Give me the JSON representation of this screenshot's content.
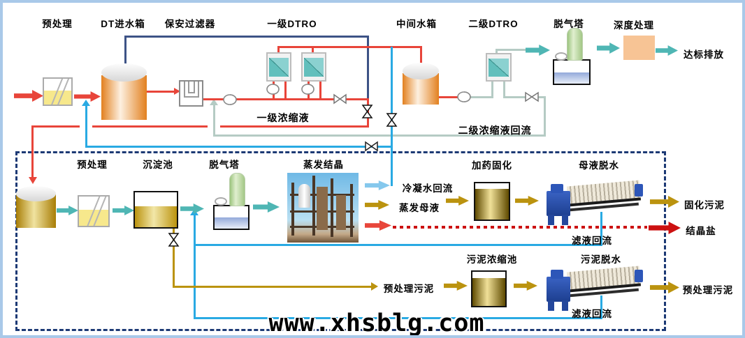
{
  "frame": {
    "background": "#ffffff",
    "border_color": "#a9c9e9"
  },
  "colors": {
    "red_line": "#e8453a",
    "navy_line": "#3d5386",
    "cyan_line": "#29aae3",
    "light_blue_arrow": "#85c8ed",
    "sage_line": "#b5cbc4",
    "teal_arrow": "#4fb6b4",
    "gold_line": "#bb930f",
    "dotted_red": "#cc1111",
    "dashed_border": "#1d3a75"
  },
  "labels": {
    "top": {
      "pretreatment": "预处理",
      "dt_feed_tank": "DT进水箱",
      "security_filter": "保安过滤器",
      "stage1_dtro": "一级DTRO",
      "intermediate_tank": "中间水箱",
      "stage2_dtro": "二级DTRO",
      "degassing_tower": "脱气塔",
      "advanced_treatment": "深度处理",
      "discharge": "达标排放",
      "stage1_concentrate": "一级浓缩液",
      "stage2_concentrate_return": "二级浓缩液回流"
    },
    "bottom": {
      "pretreatment": "预处理",
      "sedimentation_tank": "沉淀池",
      "degassing_tower": "脱气塔",
      "evaporation_crystallization": "蒸发结晶",
      "dosing_solidification": "加药固化",
      "mother_liquor_dewatering": "母液脱水",
      "condensate_return": "冷凝水回流",
      "evaporation_mother_liquor": "蒸发母液",
      "solidified_sludge": "固化污泥",
      "crystallized_salt": "结晶盐",
      "filtrate_return_upper": "滤液回流",
      "filtrate_return_lower": "滤液回流",
      "sludge_thickener": "污泥浓缩池",
      "sludge_dewatering": "污泥脱水",
      "pretreatment_sludge_line": "预处理污泥",
      "pretreatment_sludge_out": "预处理污泥"
    }
  },
  "watermark": "www.xhsblg.com"
}
